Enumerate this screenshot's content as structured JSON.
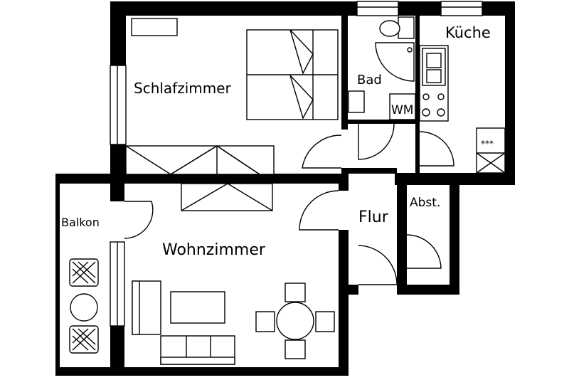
{
  "floorplan": {
    "rooms": {
      "schlafzimmer": "Schlafzimmer",
      "bad": "Bad",
      "kueche": "Küche",
      "flur": "Flur",
      "abst": "Abst.",
      "balkon": "Balkon",
      "wohnzimmer": "Wohnzimmer"
    },
    "fixtures": {
      "washing_machine": "WM",
      "stove_marker": "***"
    }
  }
}
